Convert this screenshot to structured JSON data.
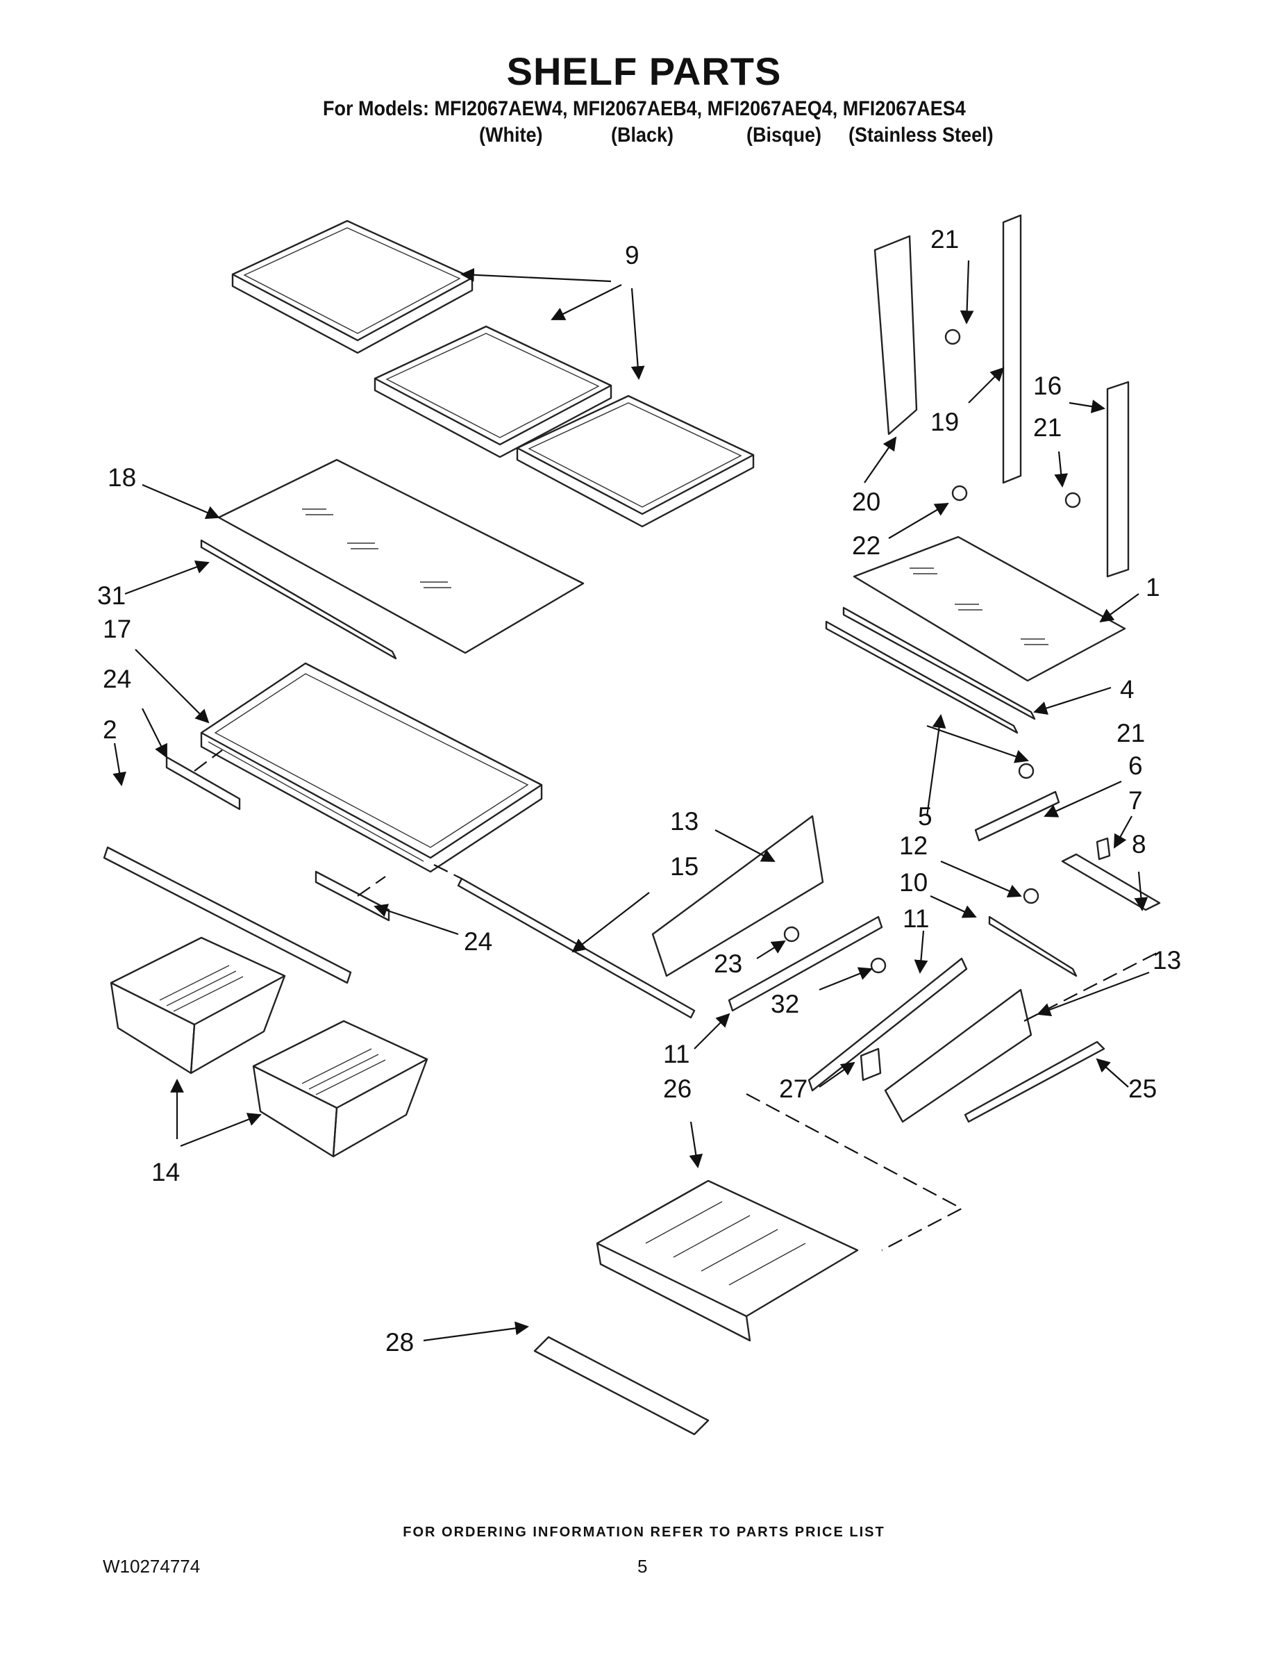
{
  "title": "SHELF PARTS",
  "models_line": "For Models: MFI2067AEW4, MFI2067AEB4, MFI2067AEQ4, MFI2067AES4",
  "colors": [
    "(White)",
    "(Black)",
    "(Bisque)",
    "(Stainless Steel)"
  ],
  "footer_note": "FOR ORDERING INFORMATION REFER TO PARTS PRICE LIST",
  "doc_number": "W10274774",
  "page_number": "5",
  "callouts": [
    "9",
    "21",
    "19",
    "16",
    "21",
    "20",
    "22",
    "18",
    "31",
    "1",
    "17",
    "24",
    "2",
    "4",
    "21",
    "6",
    "7",
    "5",
    "13",
    "15",
    "12",
    "8",
    "10",
    "11",
    "24",
    "23",
    "32",
    "13",
    "11",
    "26",
    "27",
    "25",
    "14",
    "28"
  ]
}
